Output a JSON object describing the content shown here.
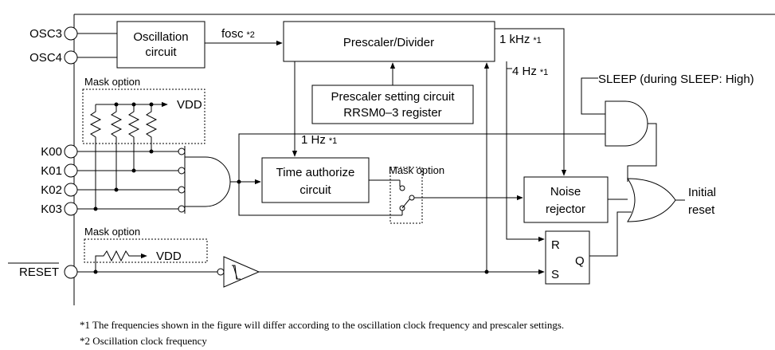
{
  "pins": {
    "osc3": "OSC3",
    "osc4": "OSC4",
    "k00": "K00",
    "k01": "K01",
    "k02": "K02",
    "k03": "K03",
    "reset": "RESET"
  },
  "blocks": {
    "oscillation_line1": "Oscillation",
    "oscillation_line2": "circuit",
    "prescaler": "Prescaler/Divider",
    "prescaler_setting_line1": "Prescaler setting circuit",
    "prescaler_setting_line2": "RRSM0–3 register",
    "time_authorize_line1": "Time authorize",
    "time_authorize_line2": "circuit",
    "noise_line1": "Noise",
    "noise_line2": "rejector",
    "ff_r": "R",
    "ff_s": "S",
    "ff_q": "Q"
  },
  "signals": {
    "fosc": "fosc",
    "fosc_ref": "*2",
    "f1khz": "1 kHz",
    "f1khz_ref": "*1",
    "f4hz": "4 Hz",
    "f4hz_ref": "*1",
    "f1hz": "1 Hz",
    "f1hz_ref": "*1",
    "sleep": "SLEEP (during SLEEP: High)",
    "output_line1": "Initial",
    "output_line2": "reset"
  },
  "mask_options": {
    "top": "Mask option",
    "mid": "Mask option",
    "bottom": "Mask option",
    "vdd_top": "VDD",
    "vdd_bottom": "VDD"
  },
  "footnotes": {
    "note1": "*1 The frequencies shown in the figure will differ according to the oscillation clock frequency and prescaler settings.",
    "note2": "*2 Oscillation clock frequency"
  }
}
